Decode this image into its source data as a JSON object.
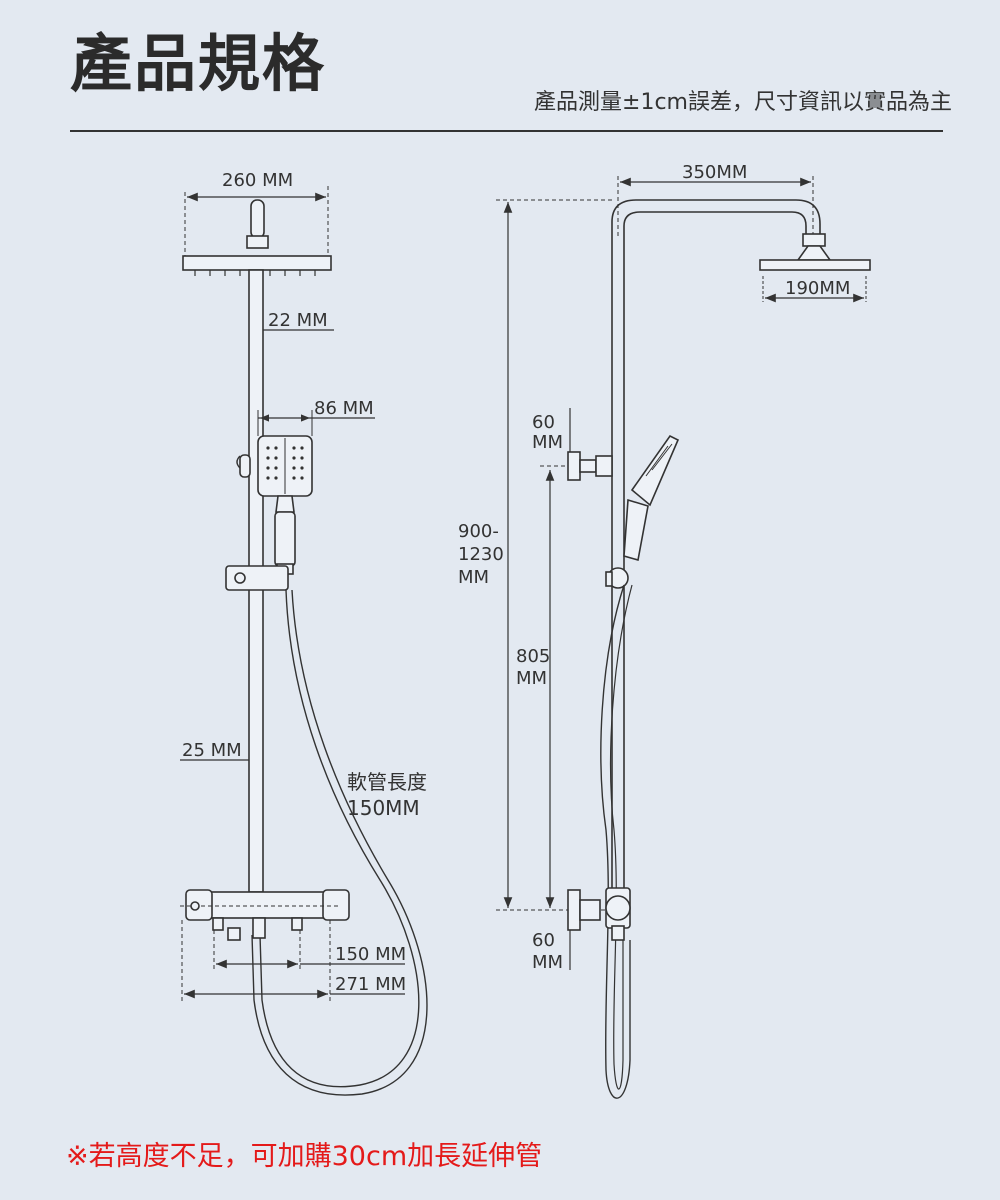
{
  "header": {
    "title": "產品規格",
    "subtitle": "產品測量±1cm誤差，尺寸資訊以實品為主"
  },
  "front_view": {
    "dim_head_width": "260 MM",
    "dim_rod_upper": "22 MM",
    "dim_handheld_width": "86 MM",
    "dim_rod_lower": "25 MM",
    "hose_label": "軟管長度",
    "hose_value": "150MM",
    "dim_mixer_center": "150 MM",
    "dim_mixer_width": "271 MM"
  },
  "side_view": {
    "dim_arm_reach": "350MM",
    "dim_head_diameter": "190MM",
    "dim_bracket_top_num": "60",
    "dim_bracket_top_unit": "MM",
    "dim_total_height_line1": "900-",
    "dim_total_height_line2": "1230",
    "dim_total_height_unit": "MM",
    "dim_rail_num": "805",
    "dim_rail_unit": "MM",
    "dim_bracket_bottom_num": "60",
    "dim_bracket_bottom_unit": "MM"
  },
  "footer": {
    "note": "※若高度不足，可加購30cm加長延伸管"
  }
}
